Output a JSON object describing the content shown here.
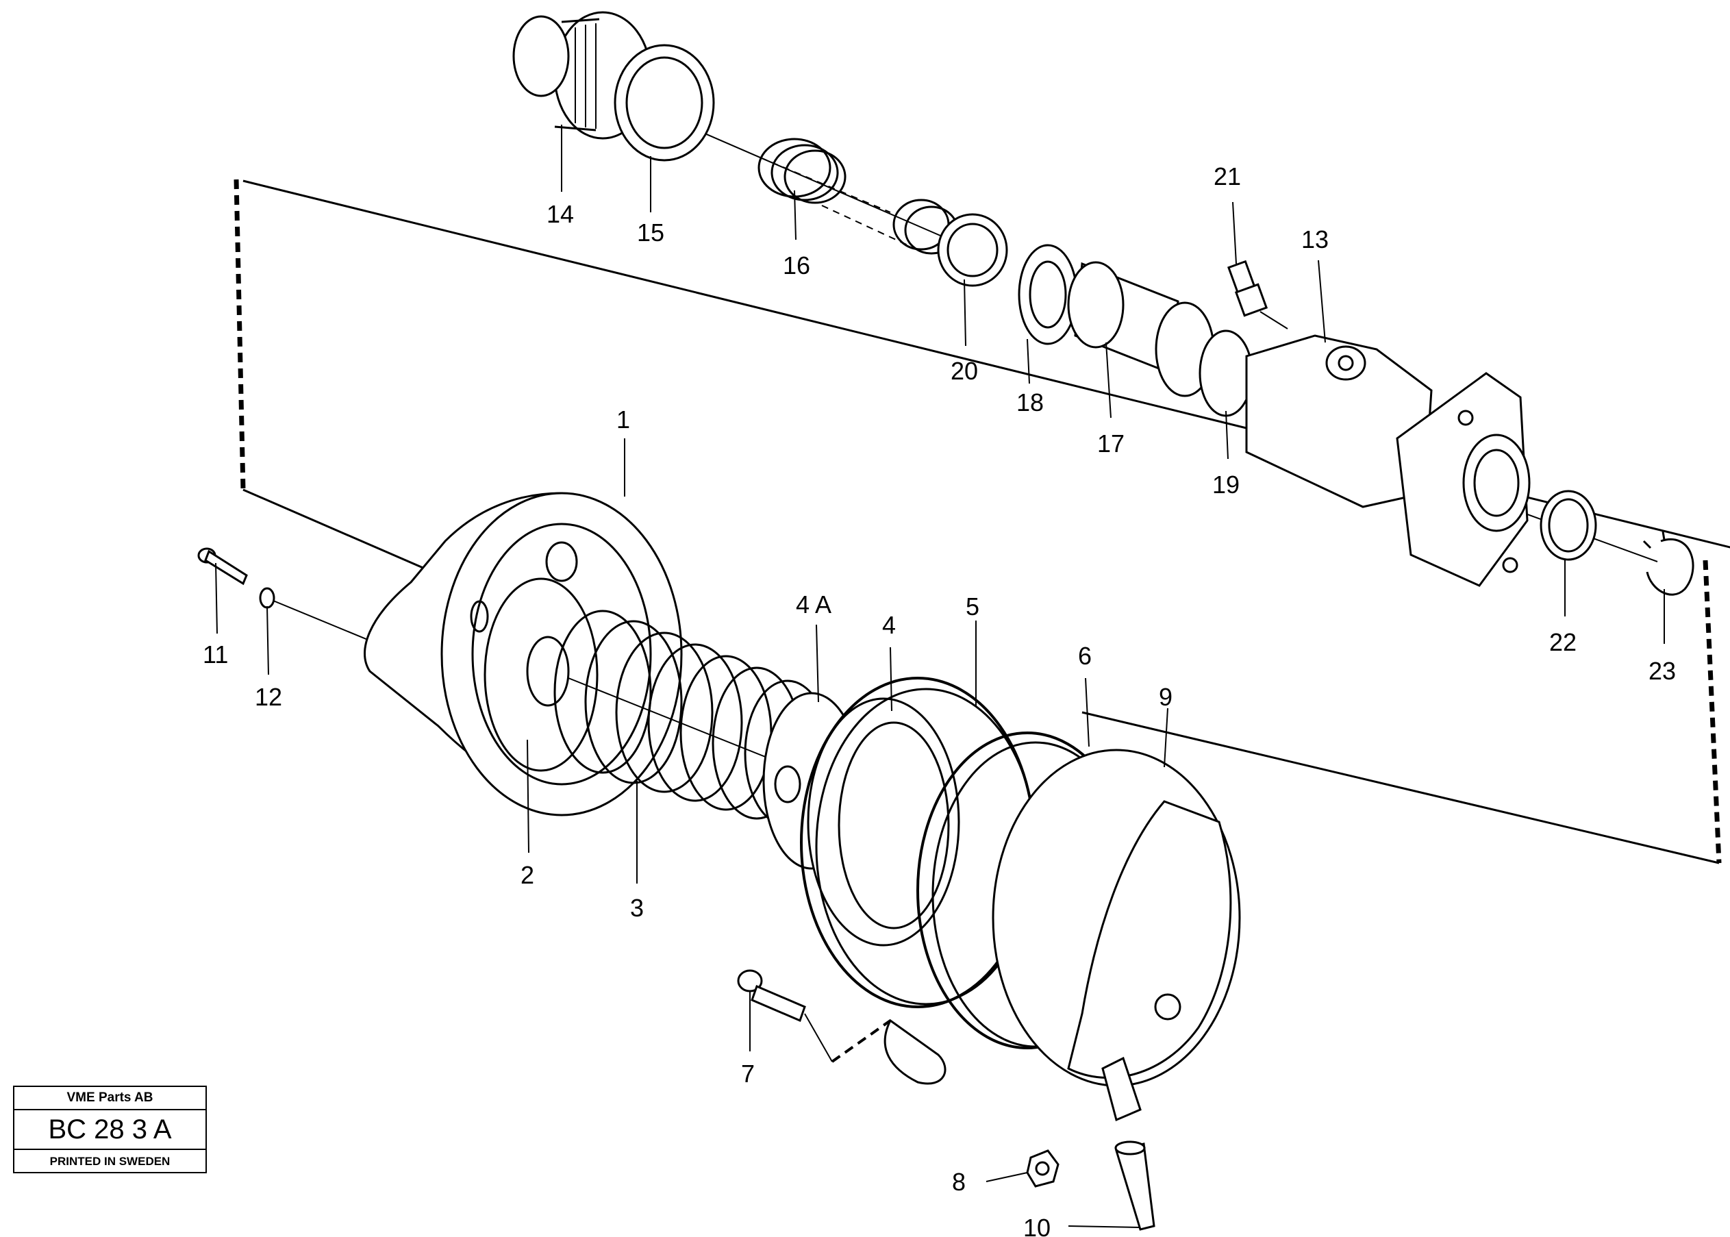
{
  "stamp": {
    "company": "VME Parts AB",
    "code": "BC 28 3 A",
    "printed": "PRINTED IN SWEDEN"
  },
  "labels": {
    "l1": "1",
    "l2": "2",
    "l3": "3",
    "l4": "4",
    "l4a": "4 A",
    "l5": "5",
    "l6": "6",
    "l7": "7",
    "l8": "8",
    "l9": "9",
    "l10": "10",
    "l11": "11",
    "l12": "12",
    "l13": "13",
    "l14": "14",
    "l15": "15",
    "l16": "16",
    "l17": "17",
    "l18": "18",
    "l19": "19",
    "l20": "20",
    "l21": "21",
    "l22": "22",
    "l23": "23"
  }
}
